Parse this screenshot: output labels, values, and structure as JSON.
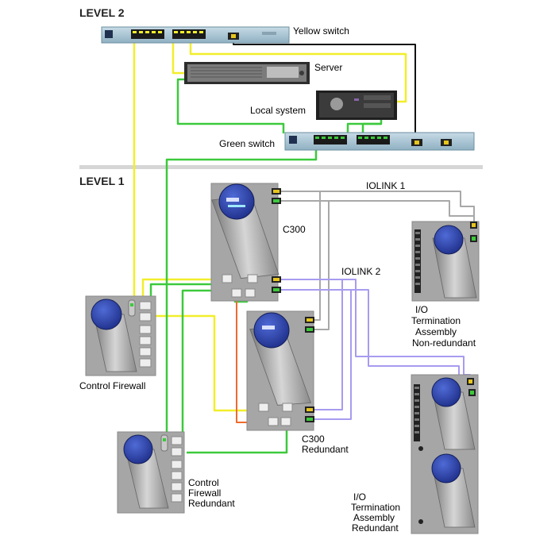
{
  "levels": {
    "level2": "LEVEL 2",
    "level1": "LEVEL 1"
  },
  "devices": {
    "yellow_switch": "Yellow switch",
    "server": "Server",
    "local_system": "Local system",
    "green_switch": "Green switch",
    "c300": "C300",
    "iolink1": "IOLINK 1",
    "iolink2": "IOLINK 2",
    "io_nonred": [
      "I/O",
      "Termination",
      "Assembly",
      "Non-redundant"
    ],
    "control_firewall": "Control Firewall",
    "c300_red": [
      "C300",
      "Redundant"
    ],
    "cf_red": [
      "Control",
      "Firewall",
      "Redundant"
    ],
    "io_red": [
      "I/O",
      "Termination",
      "Assembly",
      "Redundant"
    ]
  },
  "colors": {
    "yellow_net": "#f2ee2a",
    "green_net": "#3cc93c",
    "iolink1": "#a8a8a8",
    "iolink2": "#a79bf0",
    "crossover": "#ef6a2c",
    "switch_body": "#a9c4d3",
    "module_body": "#a4a4a4"
  }
}
